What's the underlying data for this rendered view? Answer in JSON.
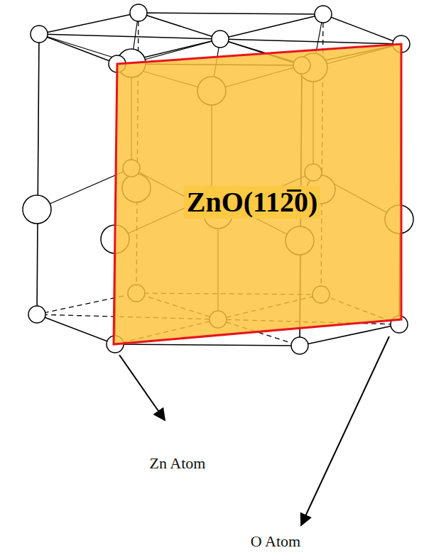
{
  "diagram": {
    "nodes": [
      {
        "text": [
          "ZnO(112̅0)"
        ]
      }
    ],
    "labels": [
      "Zn Atom",
      "O Atom"
    ]
  }
}
